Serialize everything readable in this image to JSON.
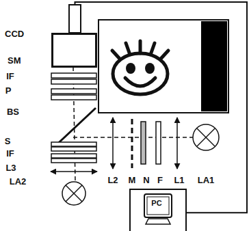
{
  "diagram": {
    "nodes": [
      {
        "text": [
          "CCD"
        ]
      },
      {
        "text": [
          "SM"
        ]
      },
      {
        "text": [
          "PC"
        ]
      }
    ],
    "edges": [
      {
        "from": 0,
        "to": 2,
        "arrow": "none"
      }
    ],
    "labels": [
      "IF",
      "P",
      "BS",
      "S",
      "IF",
      "L3",
      "LA2",
      "L2",
      "M",
      "N",
      "F",
      "L1",
      "LA1"
    ]
  }
}
